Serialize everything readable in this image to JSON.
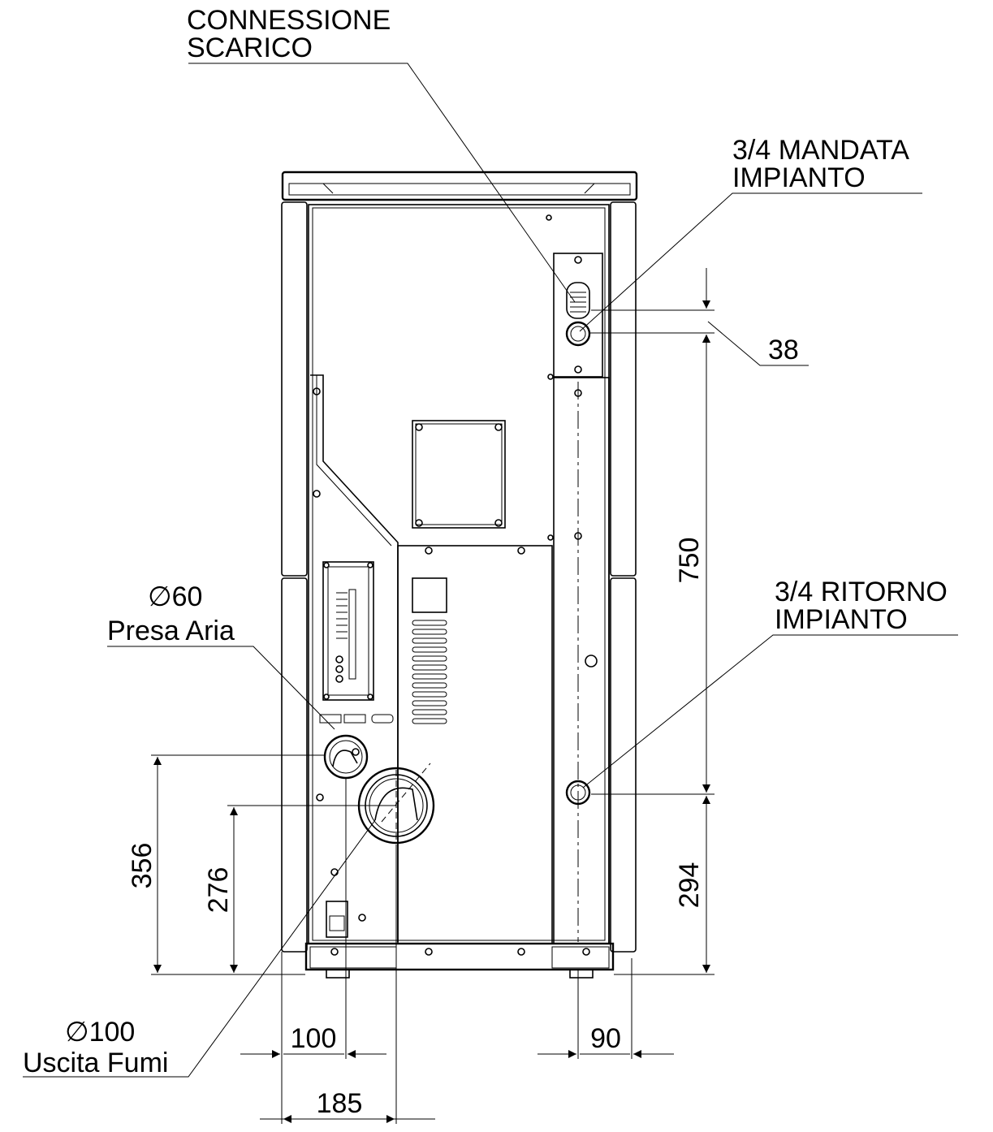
{
  "labels": {
    "scarico_line1": "CONNESSIONE",
    "scarico_line2": "SCARICO",
    "mandata_line1": "3/4 MANDATA",
    "mandata_line2": "IMPIANTO",
    "ritorno_line1": "3/4 RITORNO",
    "ritorno_line2": "IMPIANTO",
    "aria_diameter": "∅60",
    "aria_name": "Presa Aria",
    "fumi_diameter": "∅100",
    "fumi_name": "Uscita Fumi"
  },
  "dimensions": {
    "d38": "38",
    "d750": "750",
    "d294": "294",
    "d356": "356",
    "d276": "276",
    "d100": "100",
    "d185": "185",
    "d90": "90"
  },
  "colors": {
    "line": "#000000",
    "background": "#ffffff"
  }
}
